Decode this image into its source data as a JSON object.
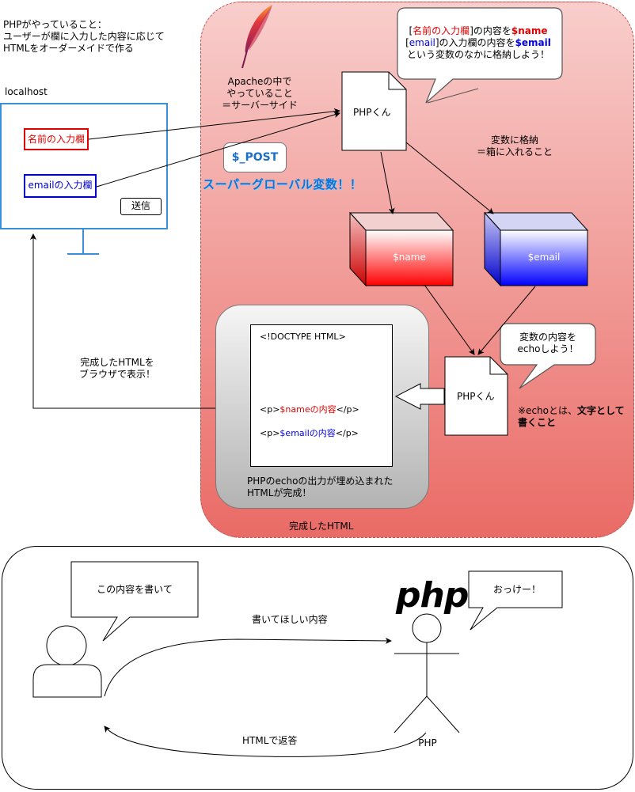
{
  "intro": {
    "line1": "PHPがやっていること：",
    "line2": "ユーザーが欄に入力した内容に応じて",
    "line3": "HTMLをオーダーメイドで作る"
  },
  "browser": {
    "url": "localhost",
    "name_field": "名前の入力欄",
    "email_field": "emailの入力欄",
    "send_button": "送信"
  },
  "server": {
    "apache_line1": "Apacheの中で",
    "apache_line2": "やっていること",
    "apache_line3": "＝サーバーサイド",
    "php_top": "PHPくん",
    "php_bottom": "PHPくん",
    "post_label": "$_POST",
    "superglobal": "スーパーグローバル変数！！",
    "store_line1": "変数に格納",
    "store_line2": "＝箱に入れること",
    "var_name": "$name",
    "var_email": "$email",
    "callout": {
      "l1_a": "[",
      "l1_b": "名前の入力欄",
      "l1_c": "]の内容を",
      "l1_d": "$name",
      "l2_a": "[",
      "l2_b": "email",
      "l2_c": "]の入力欄の内容を",
      "l2_d": "$email",
      "l3": "という変数のなかに格納しよう！"
    },
    "echo_bubble_line1": "変数の内容を",
    "echo_bubble_line2": "echoしよう！",
    "echo_note_a": "※echoとは、",
    "echo_note_b": "文字として",
    "echo_note_c": "書くこと",
    "doc": {
      "doctype": "<!DOCTYPE HTML>",
      "p_open": "<p>",
      "name_content": "$nameの内容",
      "p_close": "</p>",
      "email_content": "$emailの内容"
    },
    "html_caption_line1": "PHPのechoの出力が埋め込まれた",
    "html_caption_line2": "HTMLが完成！",
    "region_label": "完成したHTML"
  },
  "return_label_line1": "完成したHTMLを",
  "return_label_line2": "ブラウザで表示！",
  "bottom": {
    "user_bubble": "この内容を書いて",
    "php_bubble": "おっけー！",
    "request_label": "書いてほしい内容",
    "response_label": "HTMLで返答",
    "php_logo": "php",
    "php_caption": "PHP"
  }
}
